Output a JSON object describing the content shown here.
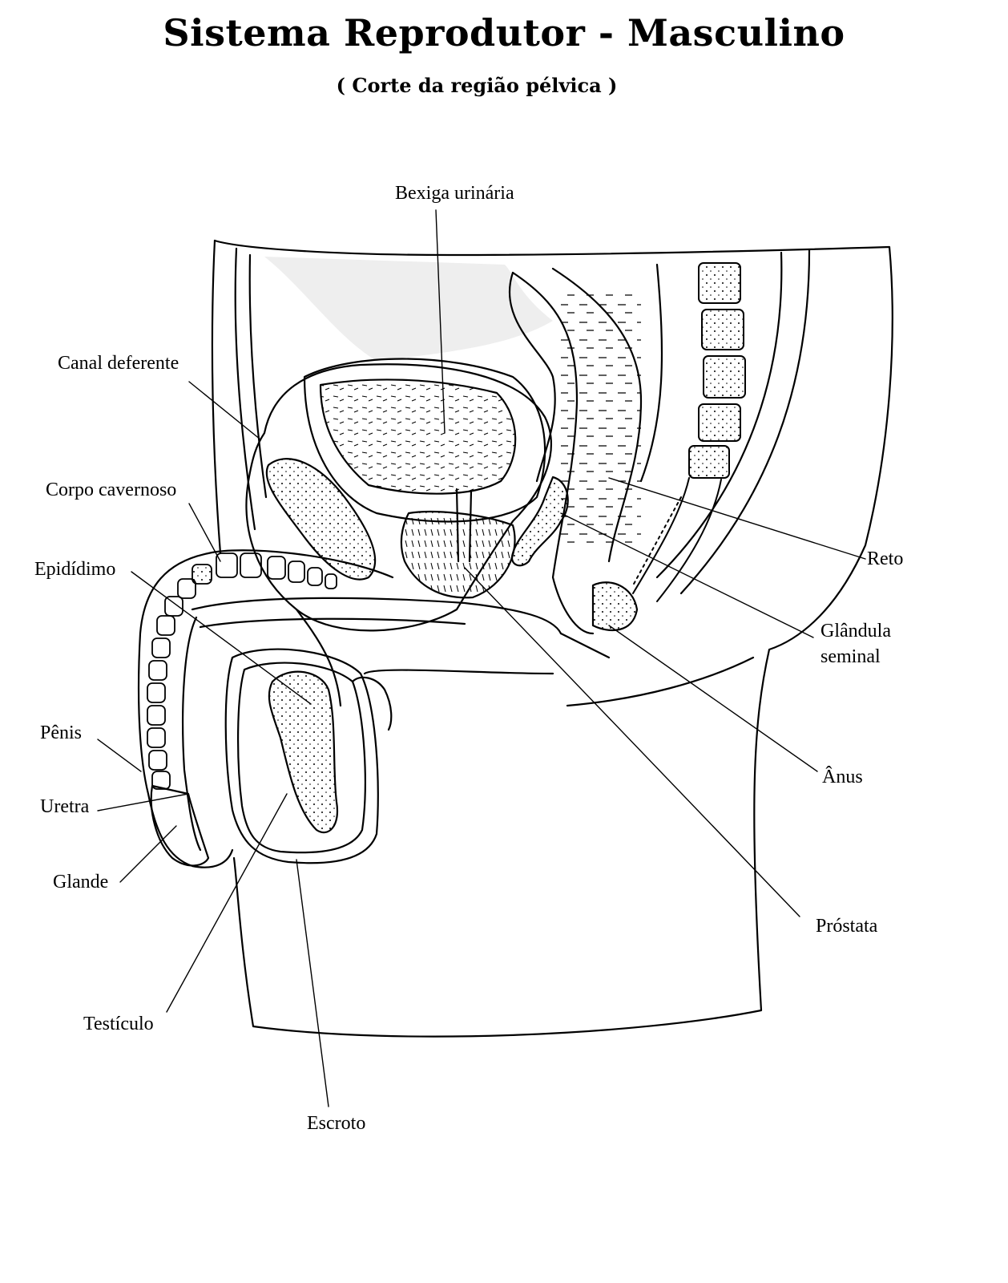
{
  "title": "Sistema Reprodutor - Masculino",
  "subtitle": "( Corte da região pélvica )",
  "labels": {
    "bexiga": "Bexiga urinária",
    "canal_deferente": "Canal deferente",
    "corpo_cavernoso": "Corpo cavernoso",
    "epididimo": "Epidídimo",
    "penis": "Pênis",
    "uretra": "Uretra",
    "glande": "Glande",
    "testiculo": "Testículo",
    "escroto": "Escroto",
    "reto": "Reto",
    "glandula_seminal_1": "Glândula",
    "glandula_seminal_2": "seminal",
    "anus": "Ânus",
    "prostata": "Próstata"
  }
}
